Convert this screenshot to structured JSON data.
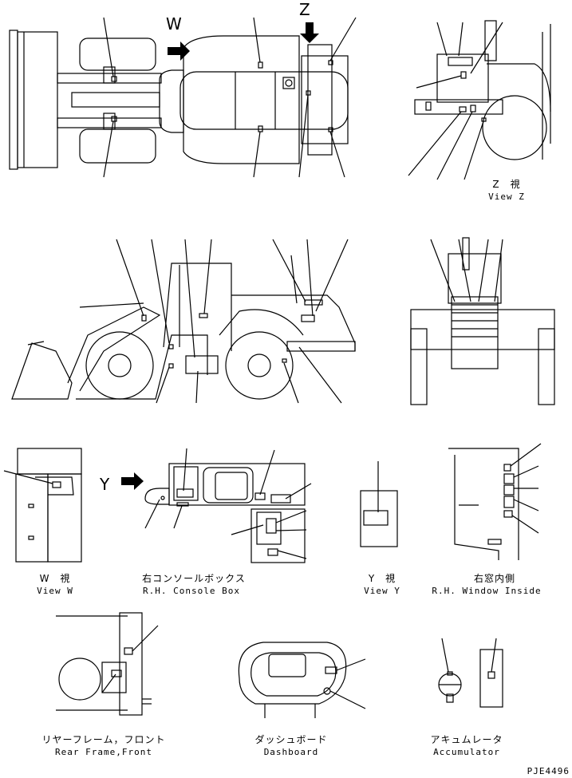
{
  "markers": {
    "w": "W",
    "z": "Z",
    "y": "Y"
  },
  "views": {
    "view_z": {
      "jp": "Z　視",
      "en": "View Z"
    },
    "view_w": {
      "jp": "W　視",
      "en": "View W"
    },
    "console": {
      "jp": "右コンソールボックス",
      "en": "R.H. Console Box"
    },
    "view_y": {
      "jp": "Y　視",
      "en": "View Y"
    },
    "window": {
      "jp": "右窓内側",
      "en": "R.H. Window Inside"
    },
    "rear_frame": {
      "jp": "リヤーフレーム，フロント",
      "en": "Rear Frame,Front"
    },
    "dashboard": {
      "jp": "ダッシュボード",
      "en": "Dashboard"
    },
    "accumulator": {
      "jp": "アキュムレータ",
      "en": "Accumulator"
    }
  },
  "drawing_code": "PJE4496",
  "colors": {
    "line": "#000000",
    "paper": "#ffffff"
  }
}
